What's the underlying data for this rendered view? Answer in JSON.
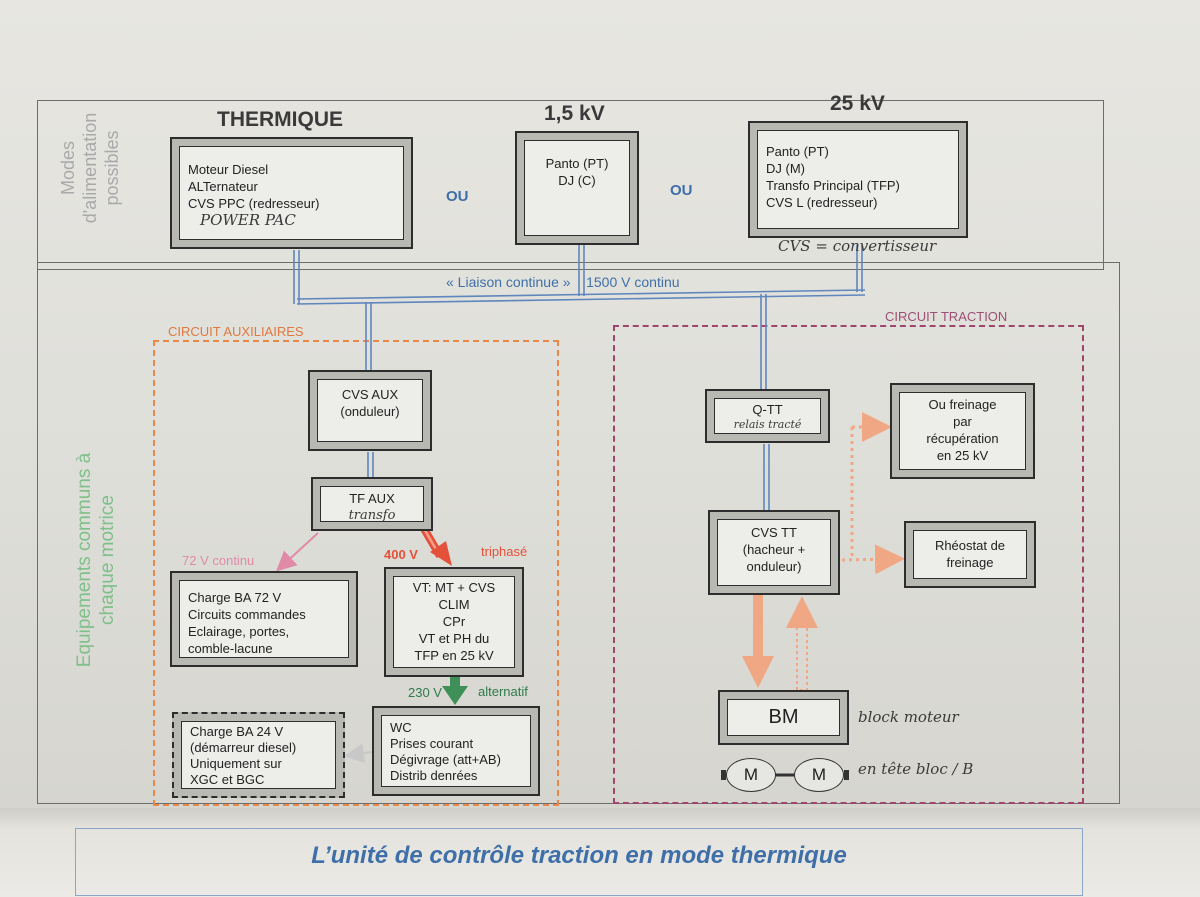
{
  "sections": {
    "top_side_label": "Modes d'alimentation possibles",
    "bottom_side_label": "Equipements communs à chaque motrice"
  },
  "modes": {
    "thermique": {
      "heading": "THERMIQUE",
      "lines": [
        "Moteur Diesel",
        "ALTernateur",
        "CVS PPC (redresseur)"
      ],
      "handwritten": "POWER PAC"
    },
    "v15": {
      "heading": "1,5 kV",
      "lines": [
        "Panto (PT)",
        "DJ (C)"
      ]
    },
    "v25": {
      "heading": "25 kV",
      "lines": [
        "Panto (PT)",
        "DJ (M)",
        "Transfo Principal (TFP)",
        "CVS L (redresseur)"
      ],
      "handwritten": "CVS = convertisseur"
    },
    "ou_label": "OU"
  },
  "bus": {
    "label_quoted": "« Liaison continue »",
    "label_voltage": "1500 V continu"
  },
  "aux": {
    "title": "CIRCUIT AUXILIAIRES",
    "cvs_aux": [
      "CVS AUX",
      "(onduleur)"
    ],
    "tf_aux": "TF AUX",
    "tf_aux_hand": "transfo",
    "label_72v": "72 V continu",
    "label_400v": "400 V",
    "label_triphase": "triphasé",
    "label_230v": "230 V",
    "label_alternatif": "alternatif",
    "charge_72": [
      "Charge BA 72 V",
      "Circuits commandes",
      "Eclairage, portes,",
      "comble-lacune"
    ],
    "vt_box": [
      "VT: MT + CVS",
      "CLIM",
      "CPr",
      "VT et PH du",
      "TFP en 25 kV"
    ],
    "wc_box": [
      "WC",
      "Prises courant",
      "Dégivrage (att+AB)",
      "Distrib denrées"
    ],
    "charge_24": [
      "Charge BA 24 V",
      "(démarreur diesel)",
      "Uniquement sur",
      "XGC et BGC"
    ]
  },
  "traction": {
    "title": "CIRCUIT TRACTION",
    "qtt": "Q-TT",
    "qtt_hand": "relais tracté",
    "cvs_tt": [
      "CVS TT",
      "(hacheur +",
      "onduleur)"
    ],
    "freinage_recup": [
      "Ou freinage",
      "par",
      "récupération",
      "en 25 kV"
    ],
    "rheostat": [
      "Rhéostat de",
      "freinage"
    ],
    "bm": "BM",
    "bm_hand": "block moteur",
    "motor_label": "M",
    "motor_hand": "en tête bloc / B"
  },
  "caption": "L’unité de contrôle traction en mode thermique",
  "colors": {
    "bus_blue": "#5f86bd",
    "aux_orange": "#e8894a",
    "traction_purple": "#a0456e",
    "green_label": "#7fc08a",
    "red_arrow": "#e4513a",
    "pink_arrow": "#e08aa8",
    "green_arrow": "#3f8f58",
    "salmon_arrow": "#f0a884"
  }
}
